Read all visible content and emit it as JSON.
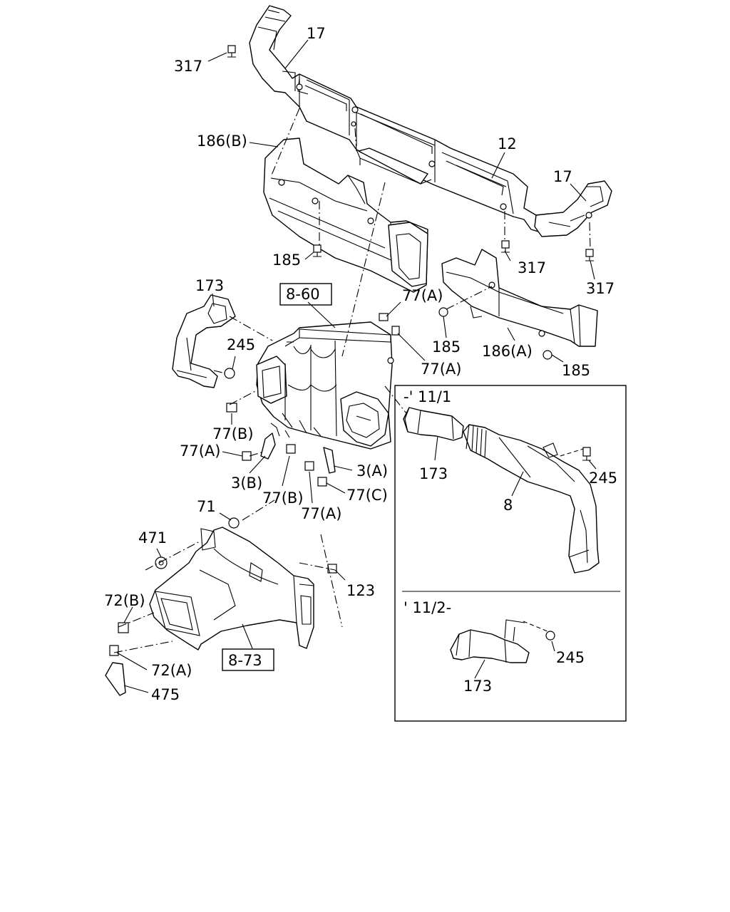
{
  "labels": {
    "l317_top": "317",
    "l17_top": "17",
    "l186b": "186(B)",
    "l12": "12",
    "l17_right": "17",
    "l185_left": "185",
    "l317_mid": "317",
    "l317_right": "317",
    "l173_top": "173",
    "l860": "8-60",
    "l77a_top": "77(A)",
    "l245_left": "245",
    "l185_mid": "185",
    "l77a_mid": "77(A)",
    "l186a": "186(A)",
    "l185_right": "185",
    "l77b_top": "77(B)",
    "l77a_left": "77(A)",
    "l3b": "3(B)",
    "l77b_low": "77(B)",
    "l3a": "3(A)",
    "l77c": "77(C)",
    "l77a_low": "77(A)",
    "l71": "71",
    "l471": "471",
    "l123": "123",
    "l72b": "72(B)",
    "l873": "8-73",
    "l72a": "72(A)",
    "l475": "475"
  },
  "inset": {
    "upper_note": "-' 11/1",
    "l173": "173",
    "l245": "245",
    "l8": "8",
    "lower_note": "' 11/2-",
    "l173_b": "173",
    "l245_b": "245"
  }
}
